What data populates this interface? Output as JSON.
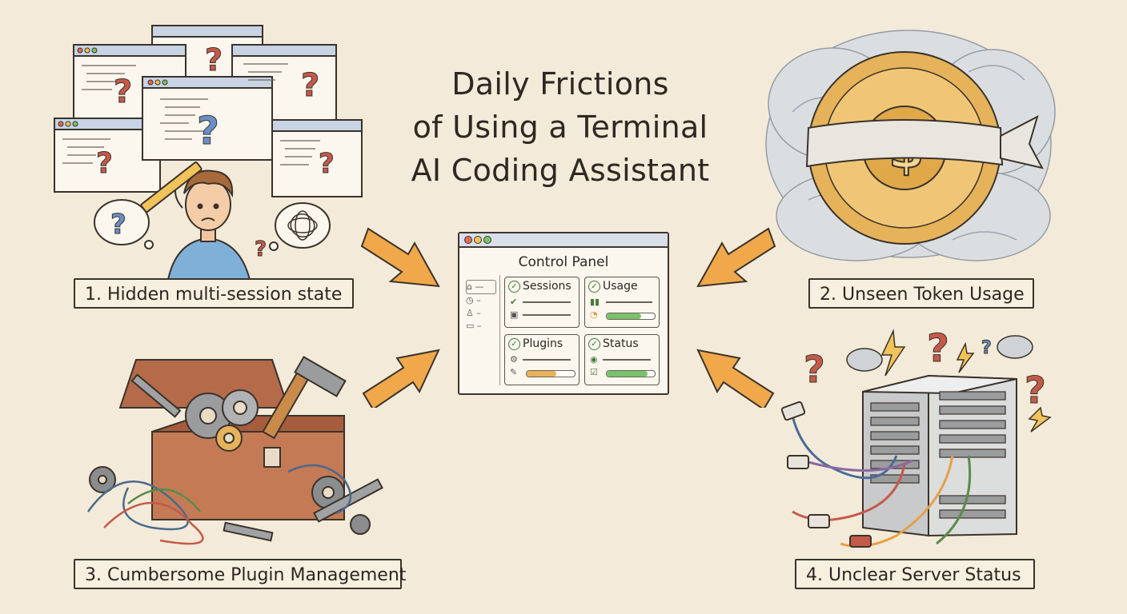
{
  "title": {
    "line1": "Daily Frictions",
    "line2": "of Using a Terminal",
    "line3": "AI Coding Assistant"
  },
  "captions": {
    "c1": "1. Hidden multi-session state",
    "c2": "2. Unseen Token Usage",
    "c3": "3. Cumbersome Plugin Management",
    "c4": "4. Unclear Server Status"
  },
  "control_panel": {
    "title": "Control Panel",
    "cards": {
      "sessions": "Sessions",
      "usage": "Usage",
      "plugins": "Plugins",
      "status": "Status"
    }
  },
  "colors": {
    "background": "#f3ead9",
    "arrow": "#f0a84a",
    "progress_green": "#79c26b",
    "progress_orange": "#e8b058"
  },
  "icons": [
    "question-mark-icon",
    "pencil-icon",
    "blindfolded-coin-icon",
    "toolbox-icon",
    "gear-icon",
    "wrench-icon",
    "hammer-icon",
    "server-rack-icon",
    "plug-icon",
    "lightning-icon",
    "check-icon"
  ]
}
